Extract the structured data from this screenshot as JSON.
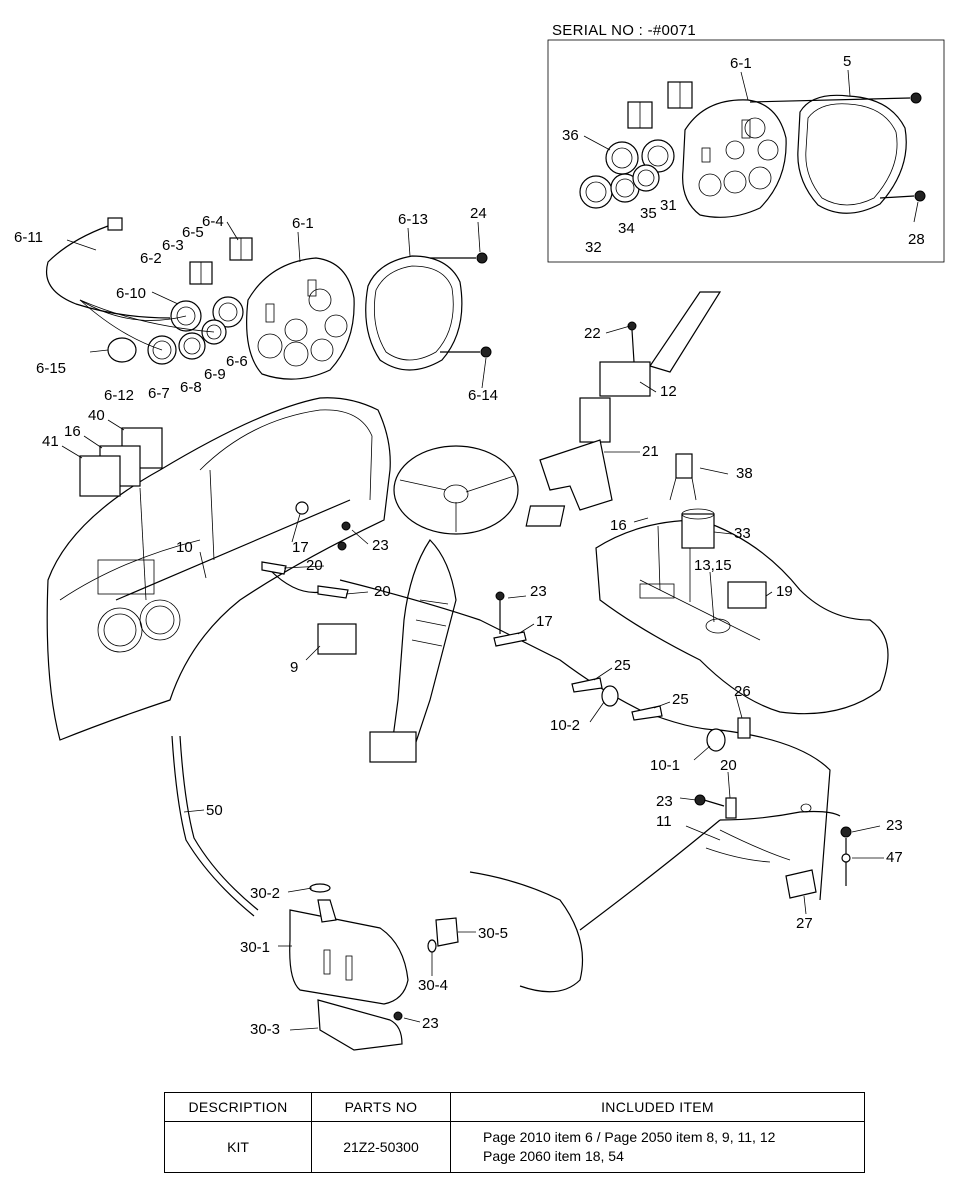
{
  "serial_label": "SERIAL NO : -#0071",
  "labels": {
    "inset_6_1": "6-1",
    "inset_5": "5",
    "inset_36": "36",
    "inset_32": "32",
    "inset_34": "34",
    "inset_35": "35",
    "inset_31": "31",
    "inset_28": "28",
    "l_6_11": "6-11",
    "l_6_4": "6-4",
    "l_6_5": "6-5",
    "l_6_3": "6-3",
    "l_6_2": "6-2",
    "l_6_1": "6-1",
    "l_6_13": "6-13",
    "l_24": "24",
    "l_6_10": "6-10",
    "l_6_15": "6-15",
    "l_6_12": "6-12",
    "l_6_7": "6-7",
    "l_6_8": "6-8",
    "l_6_9": "6-9",
    "l_6_6": "6-6",
    "l_6_14": "6-14",
    "l_22": "22",
    "l_12": "12",
    "l_21": "21",
    "l_40": "40",
    "l_16a": "16",
    "l_41": "41",
    "l_38": "38",
    "l_16b": "16",
    "l_33": "33",
    "l_17a": "17",
    "l_23a": "23",
    "l_10": "10",
    "l_20a": "20",
    "l_20b": "20",
    "l_13_15": "13,15",
    "l_19": "19",
    "l_23b": "23",
    "l_17b": "17",
    "l_9": "9",
    "l_25a": "25",
    "l_10_2": "10-2",
    "l_25b": "25",
    "l_26": "26",
    "l_10_1": "10-1",
    "l_50": "50",
    "l_20c": "20",
    "l_23c": "23",
    "l_11": "11",
    "l_23d": "23",
    "l_47": "47",
    "l_27": "27",
    "l_30_2": "30-2",
    "l_30_5": "30-5",
    "l_30_1": "30-1",
    "l_30_4": "30-4",
    "l_30_3": "30-3",
    "l_23e": "23"
  },
  "table": {
    "headers": [
      "DESCRIPTION",
      "PARTS NO",
      "INCLUDED ITEM"
    ],
    "rows": [
      {
        "description": "KIT",
        "parts_no": "21Z2-50300",
        "included_line1": "Page 2010 item 6 / Page 2050 item 8, 9, 11, 12",
        "included_line2": "Page 2060 item 18, 54"
      }
    ]
  }
}
